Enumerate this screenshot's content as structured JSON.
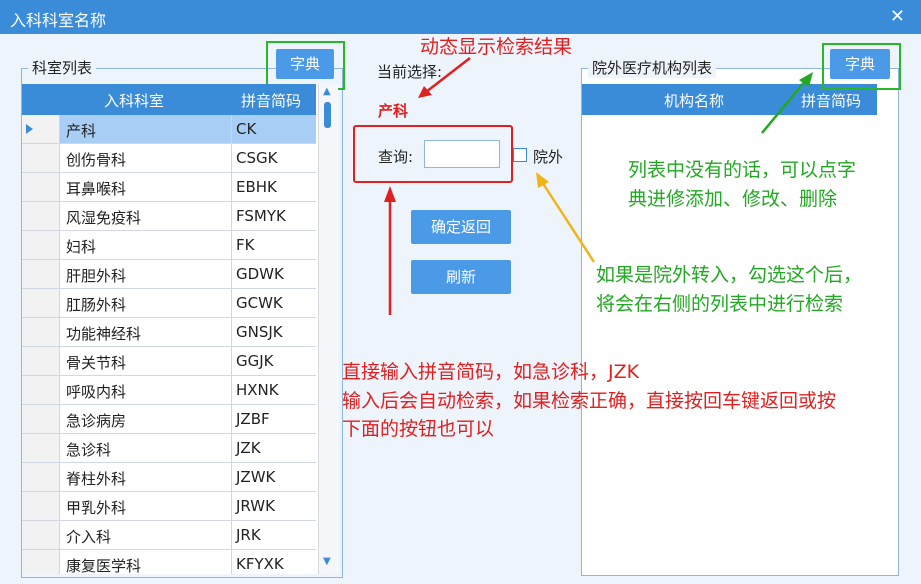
{
  "window": {
    "title": "入科科室名称",
    "close_glyph": "✕"
  },
  "left_panel": {
    "title": "科室列表",
    "dict_button": "字典",
    "columns": [
      "入科科室",
      "拼音简码"
    ],
    "rows": [
      {
        "name": "产科",
        "code": "CK"
      },
      {
        "name": "创伤骨科",
        "code": "CSGK"
      },
      {
        "name": "耳鼻喉科",
        "code": "EBHK"
      },
      {
        "name": "风湿免疫科",
        "code": "FSMYK"
      },
      {
        "name": "妇科",
        "code": "FK"
      },
      {
        "name": "肝胆外科",
        "code": "GDWK"
      },
      {
        "name": "肛肠外科",
        "code": "GCWK"
      },
      {
        "name": "功能神经科",
        "code": "GNSJK"
      },
      {
        "name": "骨关节科",
        "code": "GGJK"
      },
      {
        "name": "呼吸内科",
        "code": "HXNK"
      },
      {
        "name": "急诊病房",
        "code": "JZBF"
      },
      {
        "name": "急诊科",
        "code": "JZK"
      },
      {
        "name": "脊柱外科",
        "code": "JZWK"
      },
      {
        "name": "甲乳外科",
        "code": "JRWK"
      },
      {
        "name": "介入科",
        "code": "JRK"
      },
      {
        "name": "康复医学科",
        "code": "KFYXK"
      }
    ]
  },
  "middle": {
    "current_label": "当前选择:",
    "current_value": "产科",
    "query_label": "查询:",
    "query_value": "",
    "outside_label": "院外",
    "outside_checked": false,
    "confirm_button": "确定返回",
    "refresh_button": "刷新"
  },
  "right_panel": {
    "title": "院外医疗机构列表",
    "dict_button": "字典",
    "columns": [
      "机构名称",
      "拼音简码"
    ]
  },
  "annotations": {
    "dynamic": "动态显示检索结果",
    "dict_hint_1": "列表中没有的话，可以点字",
    "dict_hint_2": "典进修添加、修改、删除",
    "outside_hint_1": "如果是院外转入，勾选这个后，",
    "outside_hint_2": "将会在右侧的列表中进行检索",
    "input_hint_1": "直接输入拼音简码，如急诊科，JZK",
    "input_hint_2": "输入后会自动检索，如果检索正确，直接按回车键返回或按",
    "input_hint_3": "下面的按钮也可以"
  },
  "colors": {
    "accent": "#3a8bd8",
    "annotation_red": "#e02020",
    "annotation_green": "#22a822",
    "selection": "#a8cef5"
  }
}
